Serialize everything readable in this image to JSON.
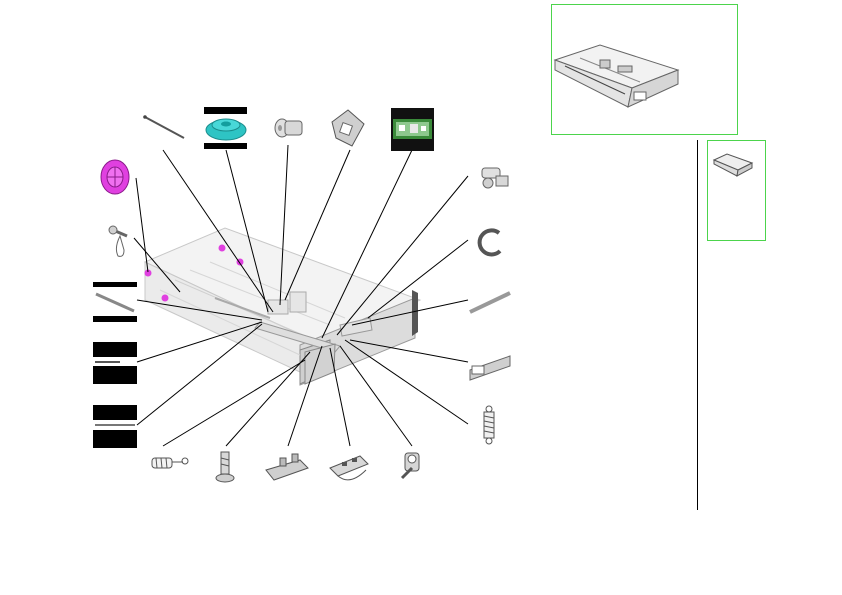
{
  "page": {
    "background": "#ffffff"
  },
  "colors": {
    "accent_magenta": "#e040e0",
    "accent_teal": "#2ec4c4",
    "overview_frame": "#4cd44c",
    "board_green": "#3a8a3a",
    "line": "#000000"
  },
  "overview": {
    "main_view_icon": "paper-tray-assembly-icon",
    "thumbnail_icon": "paper-tray-thumbnail-icon"
  },
  "parts": [
    {
      "id": "rod",
      "icon": "rod-icon"
    },
    {
      "id": "gear-highlighted",
      "icon": "gear-icon"
    },
    {
      "id": "screw-top",
      "icon": "screw-icon"
    },
    {
      "id": "bracket",
      "icon": "bracket-icon"
    },
    {
      "id": "circuit-board",
      "icon": "circuit-board-icon"
    },
    {
      "id": "roller",
      "icon": "roller-icon"
    },
    {
      "id": "lever-small",
      "icon": "lever-icon"
    },
    {
      "id": "shaft-left",
      "icon": "shaft-icon"
    },
    {
      "id": "pin-left",
      "icon": "pin-icon"
    },
    {
      "id": "strip-left",
      "icon": "strip-icon"
    },
    {
      "id": "clip-right",
      "icon": "clip-icon"
    },
    {
      "id": "e-ring",
      "icon": "e-ring-icon"
    },
    {
      "id": "shaft-right",
      "icon": "shaft-icon"
    },
    {
      "id": "tab-right",
      "icon": "tab-icon"
    },
    {
      "id": "spring-right",
      "icon": "spring-icon"
    },
    {
      "id": "spring-bottom",
      "icon": "spring-icon"
    },
    {
      "id": "screw-bottom",
      "icon": "screw-icon"
    },
    {
      "id": "plate-a",
      "icon": "plate-icon"
    },
    {
      "id": "plate-b",
      "icon": "plate-icon"
    },
    {
      "id": "latch",
      "icon": "latch-icon"
    }
  ]
}
